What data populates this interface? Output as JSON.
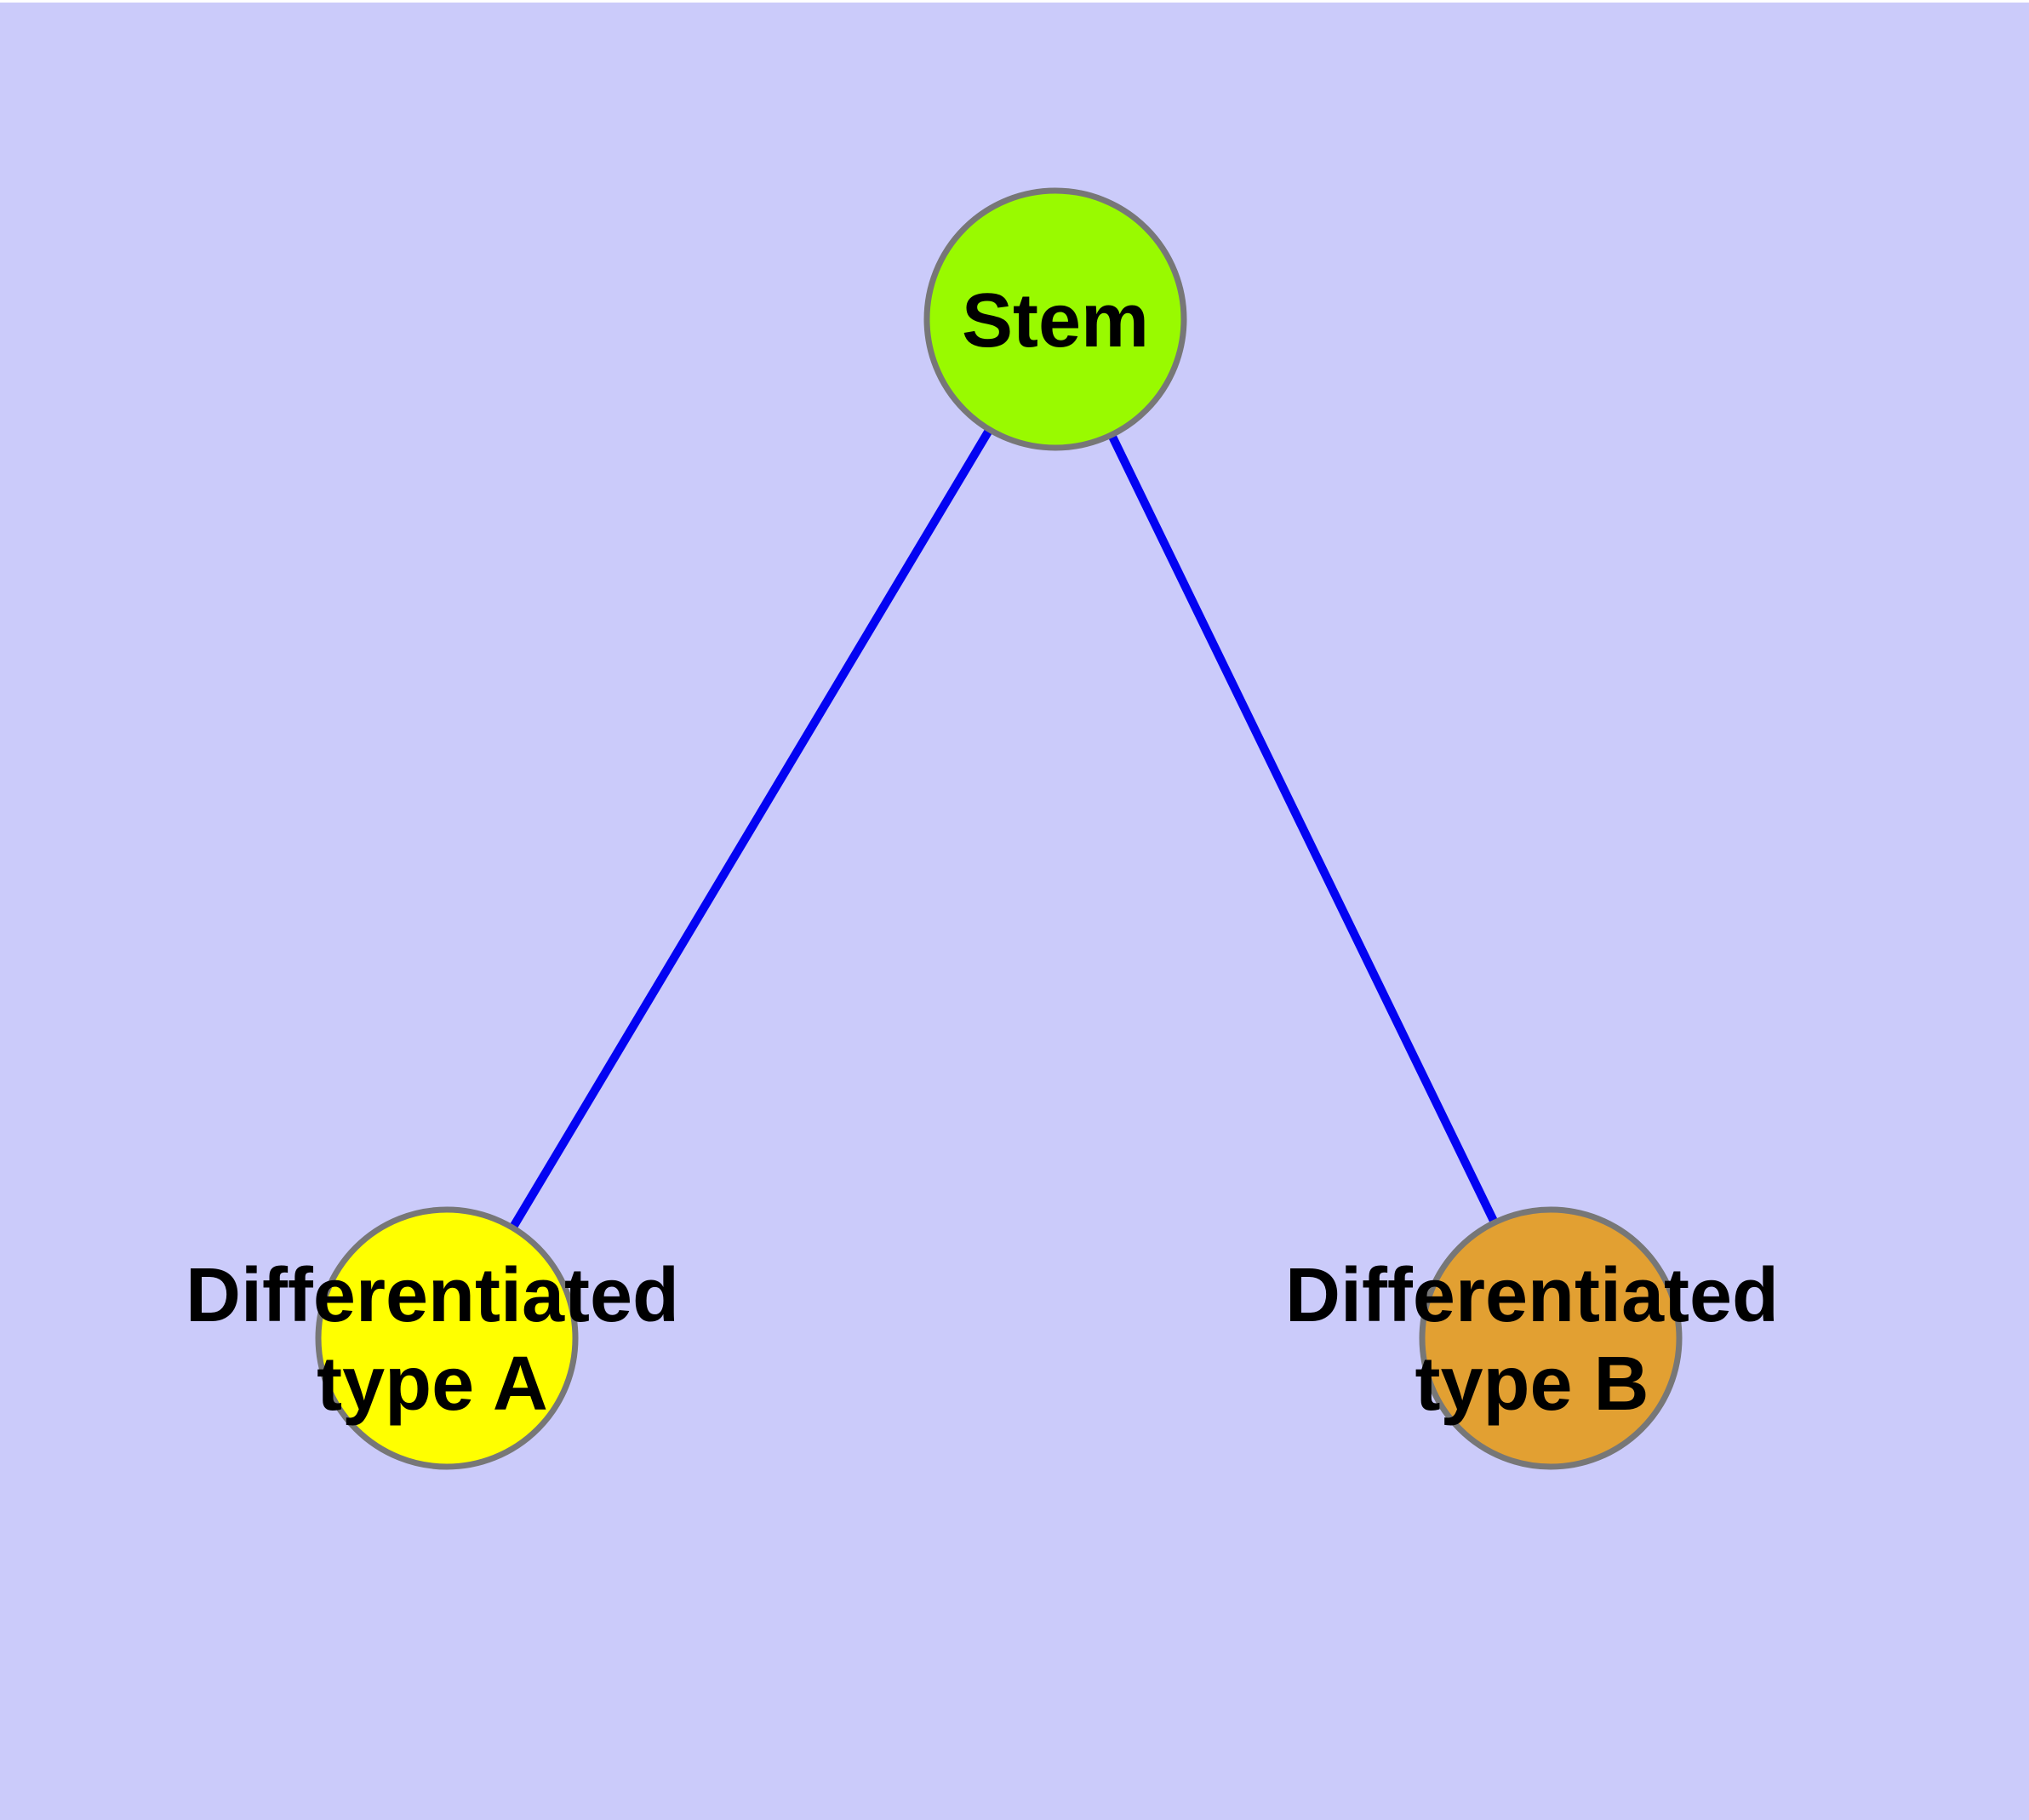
{
  "background": {
    "color": "#CBCBFA",
    "top_edge_color": "#FFFFFF"
  },
  "diagram": {
    "type": "node-link-graph",
    "text_color": "#000000",
    "node_stroke_color": "#777777",
    "edge_color": "#0303F2",
    "nodes": [
      {
        "id": "stem",
        "label": "Stem",
        "fill": "#99FA00",
        "stroke": "#777777"
      },
      {
        "id": "differentiated-type-a",
        "label_line1": "Differentiated",
        "label_line2": "type A",
        "fill": "#FFFF00",
        "stroke": "#777777"
      },
      {
        "id": "differentiated-type-b",
        "label_line1": "Differentiated",
        "label_line2": "type B",
        "fill": "#E2A032",
        "stroke": "#777777"
      }
    ],
    "edges": [
      {
        "from": "stem",
        "to": "differentiated-type-a",
        "color": "#0303F2"
      },
      {
        "from": "stem",
        "to": "differentiated-type-b",
        "color": "#0303F2"
      }
    ]
  }
}
